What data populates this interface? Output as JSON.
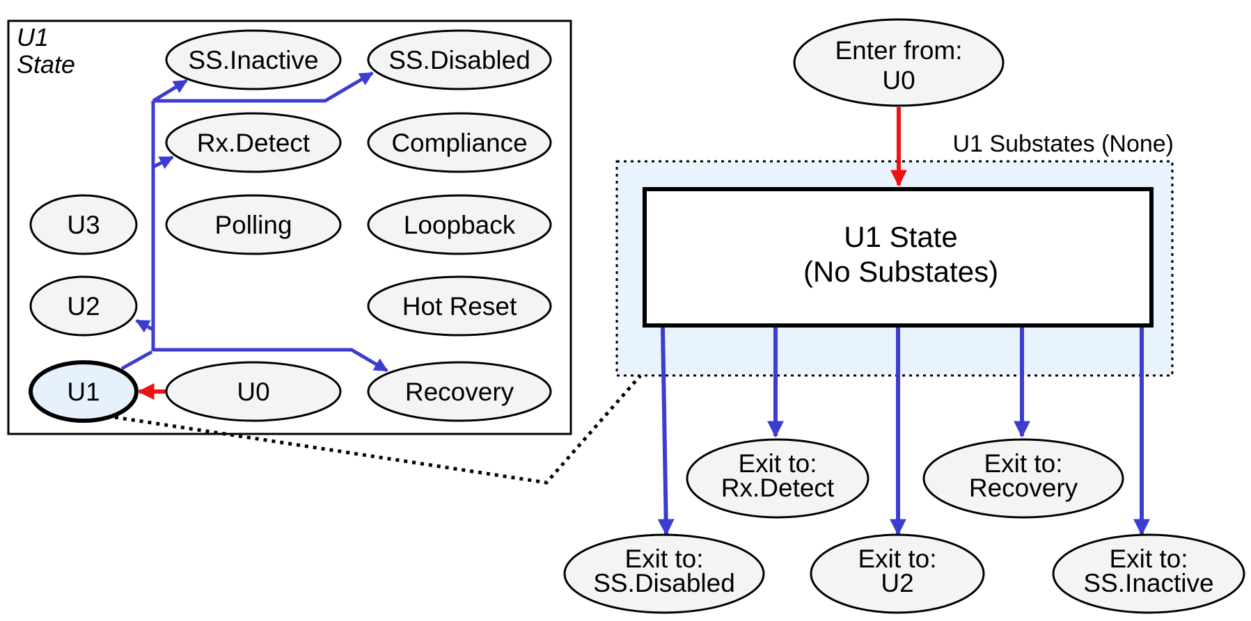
{
  "overview": {
    "title_line1": "U1",
    "title_line2": "State",
    "nodes": {
      "ss_inactive": "SS.Inactive",
      "ss_disabled": "SS.Disabled",
      "rx_detect": "Rx.Detect",
      "compliance": "Compliance",
      "u3": "U3",
      "polling": "Polling",
      "loopback": "Loopback",
      "u2": "U2",
      "hot_reset": "Hot Reset",
      "u1": "U1",
      "u0": "U0",
      "recovery": "Recovery"
    }
  },
  "detail": {
    "entry_line1": "Enter from:",
    "entry_line2": "U0",
    "substates_label": "U1 Substates (None)",
    "state_line1": "U1 State",
    "state_line2": "(No Substates)",
    "exits": [
      {
        "line1": "Exit to:",
        "line2": "SS.Disabled"
      },
      {
        "line1": "Exit to:",
        "line2": "Rx.Detect"
      },
      {
        "line1": "Exit to:",
        "line2": "U2"
      },
      {
        "line1": "Exit to:",
        "line2": "Recovery"
      },
      {
        "line1": "Exit to:",
        "line2": "SS.Inactive"
      }
    ]
  },
  "colors": {
    "transition_blue": "#3c3cd0",
    "entry_red": "#ee1111",
    "node_fill": "#f4f4f4",
    "highlight_fill": "#e6f1fc",
    "substate_region": "#e9f3fd"
  }
}
